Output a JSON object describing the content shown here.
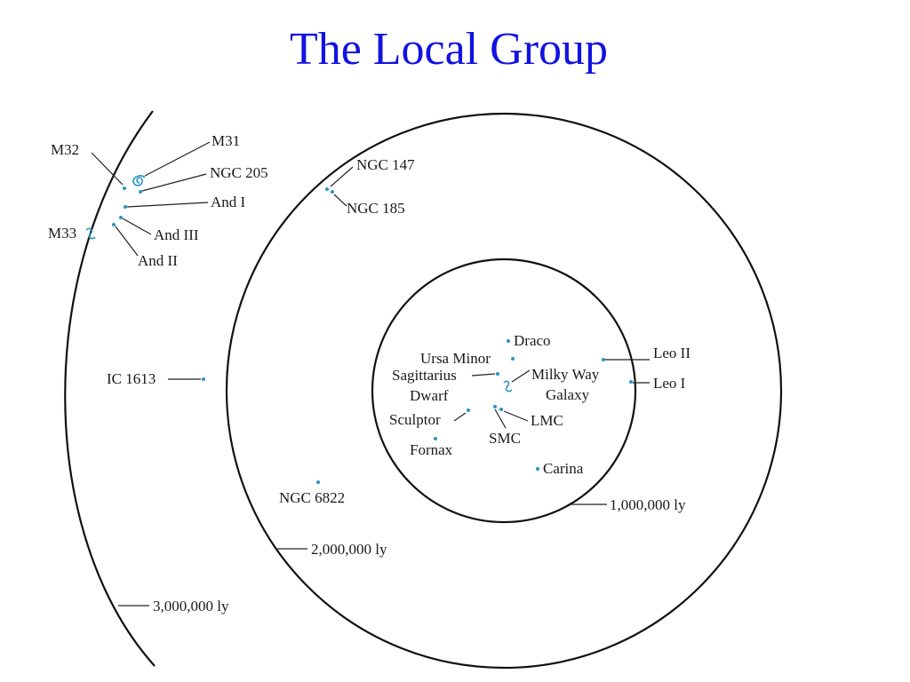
{
  "title": "The Local Group",
  "colors": {
    "title": "#1212e0",
    "galaxy_marker": "#2a93c2",
    "lines": "#111111"
  },
  "rings": [
    {
      "label": "1,000,000 ly"
    },
    {
      "label": "2,000,000 ly"
    },
    {
      "label": "3,000,000 ly"
    }
  ],
  "galaxies": {
    "m31": "M31",
    "m32": "M32",
    "ngc205": "NGC 205",
    "and1": "And I",
    "and3": "And III",
    "and2": "And II",
    "m33": "M33",
    "ngc147": "NGC 147",
    "ngc185": "NGC 185",
    "ic1613": "IC 1613",
    "ngc6822": "NGC 6822",
    "draco": "Draco",
    "ursa_minor": "Ursa Minor",
    "sagittarius_1": "Sagittarius",
    "sagittarius_2": "Dwarf",
    "milky_way_1": "Milky Way",
    "milky_way_2": "Galaxy",
    "leo2": "Leo II",
    "leo1": "Leo I",
    "sculptor": "Sculptor",
    "lmc": "LMC",
    "smc": "SMC",
    "fornax": "Fornax",
    "carina": "Carina"
  }
}
